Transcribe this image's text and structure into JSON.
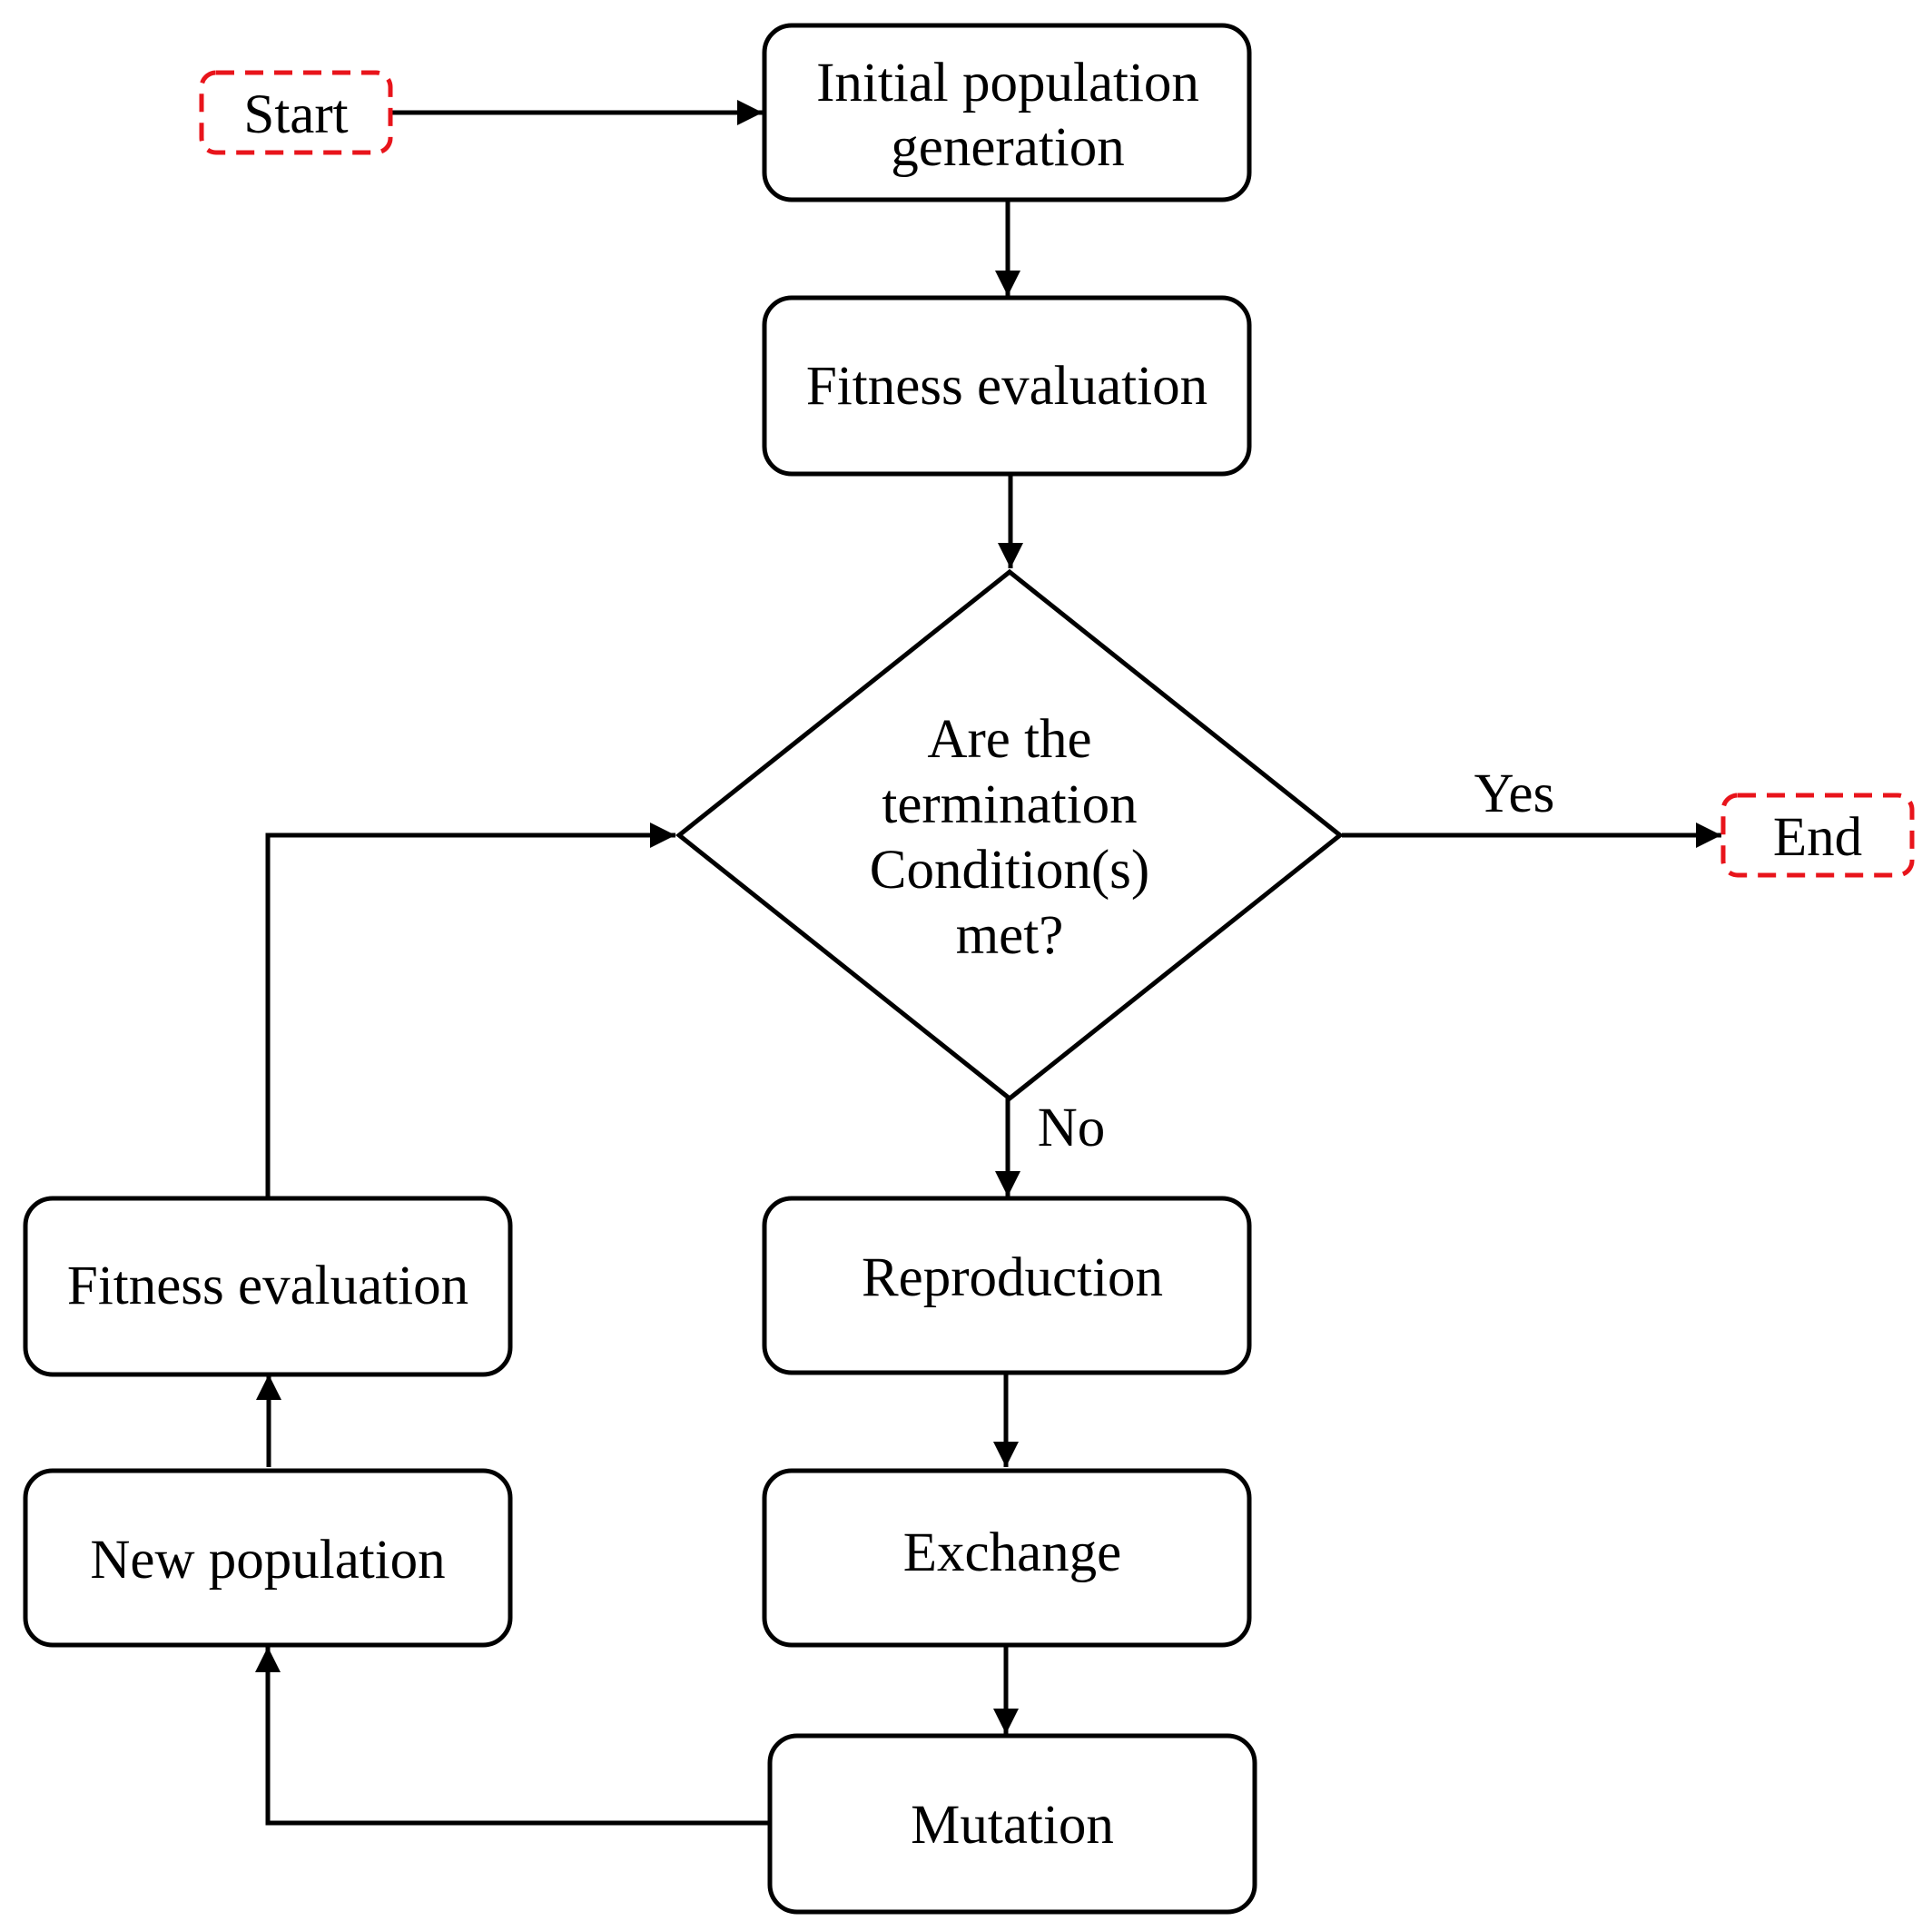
{
  "diagram": {
    "colors": {
      "terminal_border": "#e8141b",
      "line": "#000000",
      "text": "#000000",
      "fill": "#ffffff"
    },
    "nodes": {
      "start": {
        "label": "Start"
      },
      "initial_population": {
        "line1": "Initial population",
        "line2": "generation"
      },
      "fitness_evaluation_top": {
        "label": "Fitness evaluation"
      },
      "decision": {
        "line1": "Are the",
        "line2": "termination",
        "line3": "Condition(s)",
        "line4": "met?"
      },
      "end": {
        "label": "End"
      },
      "reproduction": {
        "label": "Reproduction"
      },
      "exchange": {
        "label": "Exchange"
      },
      "mutation": {
        "label": "Mutation"
      },
      "new_population": {
        "label": "New population"
      },
      "fitness_evaluation_bottom": {
        "label": "Fitness evaluation"
      }
    },
    "edge_labels": {
      "yes": "Yes",
      "no": "No"
    }
  }
}
